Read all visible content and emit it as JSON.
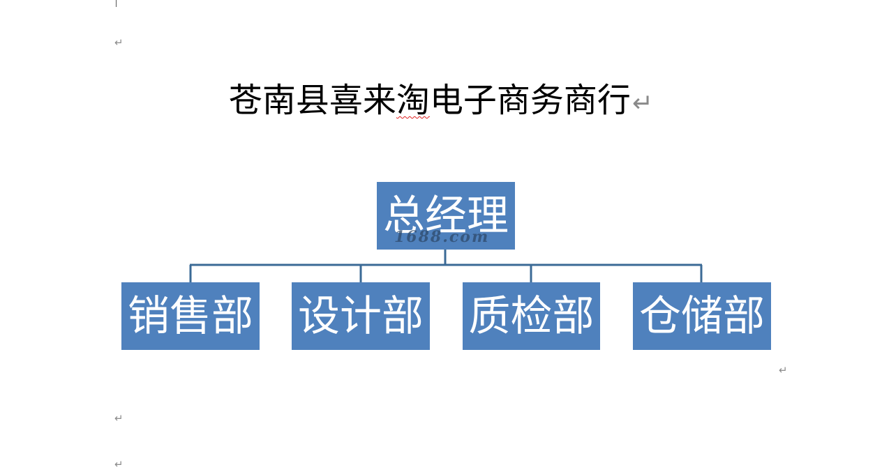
{
  "document": {
    "paragraph_mark": "↵",
    "title_main": "苍南县喜来",
    "title_flagged": "淘",
    "title_rest": "电子商务商行",
    "org_chart": {
      "root": "总经理",
      "children": [
        "销售部",
        "设计部",
        "质检部",
        "仓储部"
      ]
    },
    "watermark": "1688.com",
    "colors": {
      "box_fill": "#4f81bd",
      "connector": "#3b6a96"
    }
  }
}
